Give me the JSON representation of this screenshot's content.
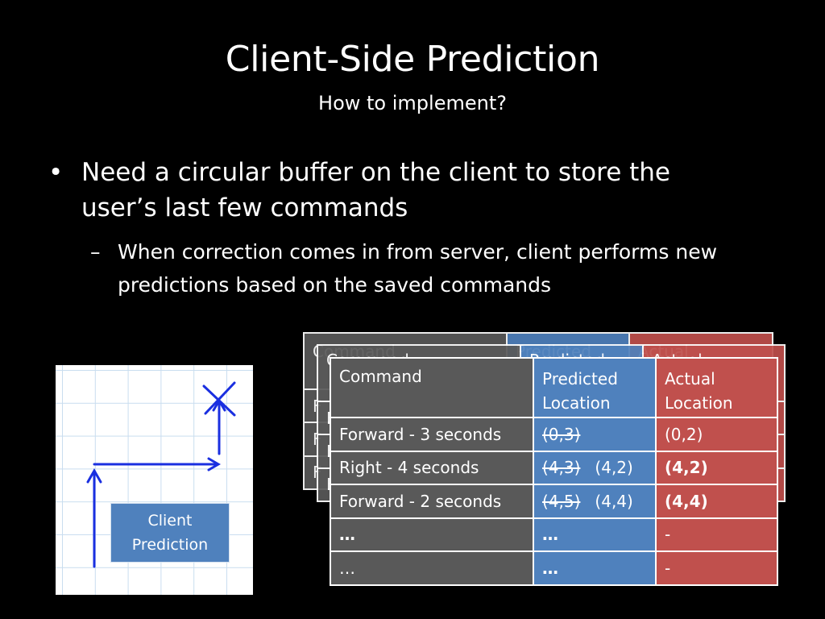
{
  "slide": {
    "title": "Client-Side Prediction",
    "subtitle": "How to implement?",
    "bullet_marker": "•",
    "bullet": "Need a circular buffer on the client to store the user’s last few commands",
    "sub_marker": "–",
    "sub_bullet": "When correction comes in from server, client performs new predictions based on the saved commands"
  },
  "illustration": {
    "label_line1": "Client",
    "label_line2": "Prediction",
    "path_color": "#1a2fe0",
    "box_color": "#4f81bd"
  },
  "table": {
    "headers": {
      "command": "Command",
      "predicted": "Predicted Location",
      "actual": "Actual Location"
    },
    "rows": [
      {
        "command": "Forward - 3 seconds",
        "pred_old": "(0,3)",
        "pred_new": "",
        "actual": "(0,2)",
        "actual_bold": false
      },
      {
        "command": "Right  - 4 seconds",
        "pred_old": "(4,3)",
        "pred_new": "(4,2)",
        "actual": "(4,2)",
        "actual_bold": true
      },
      {
        "command": "Forward - 2 seconds",
        "pred_old": "(4,5)",
        "pred_new": "(4,4)",
        "actual": "(4,4)",
        "actual_bold": true
      },
      {
        "command": "…",
        "pred_old": "…",
        "pred_new": "",
        "actual": "-",
        "actual_bold": false
      },
      {
        "command": "…",
        "pred_old": "…",
        "pred_new": "",
        "actual": "-",
        "actual_bold": false
      }
    ],
    "back_fragments": {
      "command": "Command",
      "predicted": "Predicted",
      "actual": "Actual",
      "row_letter": "F"
    },
    "colors": {
      "command": "#595959",
      "predicted": "#4f81bd",
      "actual": "#c0504d"
    }
  }
}
